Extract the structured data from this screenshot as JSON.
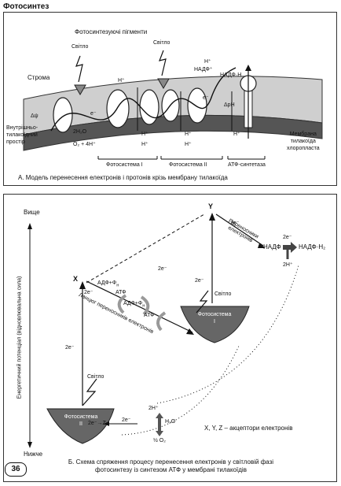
{
  "header": {
    "title": "Фотосинтез"
  },
  "part_a": {
    "pigments_label": "Фотосинтезуючі пігменти",
    "light_left": "Світло",
    "light_right": "Світло",
    "stroma": "Строма",
    "membrane": "Мембрана тилакоїда хлоропласта",
    "membrane_lines": [
      "Мембрана",
      "тилакоїда",
      "хлоропласта"
    ],
    "lumen_lines": [
      "Внутрішньо-",
      "тилакоїдний",
      "простір"
    ],
    "water": "2H₂O",
    "oxygen": "O₂ + 4H⁺",
    "ps1": "Фотосистема I",
    "ps2": "Фотосистема II",
    "atp_synthase": "АТФ-синтетаза",
    "nadp": "НАДФ⁺",
    "nadph": "НАДФ·Н",
    "delta_psi": "Δψ",
    "delta_ph": "ΔpH",
    "electron": "e⁻",
    "proton": "H⁺",
    "caption": "А. Модель перенесення електронів і протонів крізь мембрану тилакоїда"
  },
  "part_b": {
    "y_axis_label": "Енергетичний потенціал (відновлювальна сила)",
    "higher": "Вище",
    "lower": "Нижче",
    "y_label": "Y",
    "x_label": "X",
    "z_label": "Z",
    "carriers_top_lines": [
      "Переносники",
      "електронів"
    ],
    "nadp": "НАДФ",
    "nadph": "НАДФ·Н₂",
    "two_e": "2e⁻",
    "two_h": "2H⁺",
    "adp1": "АДФ+Ф",
    "atp1": "АТФ",
    "adp2": "АДФ+Ф",
    "atp2": "АТФ",
    "subscript_n": "н",
    "chain_label": "Ланцюг переносників електронів",
    "light_ps1": "Світло",
    "light_ps2": "Світло",
    "ps1_lines": [
      "Фотосистема",
      "I"
    ],
    "ps2_lines": [
      "Фотосистема",
      "II"
    ],
    "h2o": "H₂O",
    "half_o2": "½ O₂",
    "h_plus": "2H⁺",
    "acceptors": "X, Y, Z – акцептори електронів",
    "caption_lines": [
      "Б. Схема спряження процесу перенесення електронів у світловій фазі",
      "фотосинтезу із синтезом АТФ у мембрані тилакоїдів"
    ]
  },
  "footer": {
    "page_number": "36"
  },
  "colors": {
    "panel_border": "#333333",
    "ink": "#111111",
    "gray": "#888888",
    "dark_gray": "#555555",
    "light_gray": "#bbbbbb"
  }
}
